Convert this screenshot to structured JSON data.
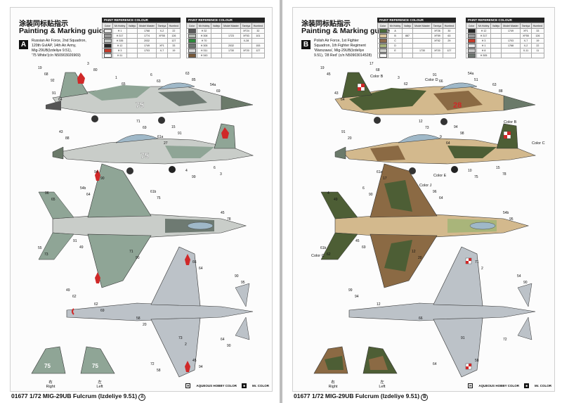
{
  "pages": [
    {
      "id": "A",
      "cn_title": "涂装同标贴指示",
      "en_title": "Painting & Marking guide",
      "scheme_letter": "A",
      "description": [
        "Russian Air Force, 2nd Squadron,",
        "120th GvIAP, 14th Air Army,",
        "Mig-29UB(Izdeliye 9.51),",
        "'75 White'(c/n N50903026969)"
      ],
      "footer_title": "01677 1/72 MIG-29UB Fulcrum (Izdeliye 9.51)",
      "footer_letter": "A",
      "view_labels": [
        "Right",
        "Left"
      ],
      "view_labels_cn": [
        "右",
        "左"
      ],
      "table_title": "PAINT REFERENCE COLOUR",
      "table_headers": [
        "Color",
        "Mr.Hobby",
        "Vallejo",
        "Model Master",
        "Tamiya",
        "Humbrol"
      ],
      "paints_left": [
        {
          "color": "#e8e8e8",
          "code": "H 1",
          "hob": "",
          "v": "",
          "mm": "1768",
          "t": "X-2",
          "h": "22"
        },
        {
          "color": "#9a9a9a",
          "code": "H 317",
          "hob": "",
          "v": "",
          "mm": "1774",
          "t": "XF55",
          "h": "126"
        },
        {
          "color": "#c4c8c6",
          "code": "H 335",
          "hob": "",
          "v": "",
          "mm": "2032",
          "t": "",
          "h": "127"
        },
        {
          "color": "#262626",
          "code": "H 12",
          "hob": "",
          "v": "",
          "mm": "1749",
          "t": "XF1",
          "h": "33"
        },
        {
          "color": "#c43a2a",
          "code": "H 3",
          "hob": "",
          "v": "",
          "mm": "1703",
          "t": "X-7",
          "h": "19"
        },
        {
          "color": "#ffffff",
          "code": "H 11",
          "hob": "",
          "v": "",
          "mm": "",
          "t": "",
          "h": ""
        }
      ],
      "paints_right": [
        {
          "color": "#5a5a5a",
          "code": "H 32",
          "hob": "",
          "v": "",
          "mm": "",
          "t": "XF24",
          "h": "32"
        },
        {
          "color": "#b7bcb5",
          "code": "H 308",
          "hob": "",
          "v": "",
          "mm": "1723",
          "t": "XF53",
          "h": "101"
        },
        {
          "color": "#2e8a3c",
          "code": "H 70",
          "hob": "",
          "v": "",
          "mm": "",
          "t": "X-28",
          "h": ""
        },
        {
          "color": "#6e7670",
          "code": "H 305",
          "hob": "",
          "v": "",
          "mm": "2032",
          "t": "",
          "h": "153"
        },
        {
          "color": "#d8d8d8",
          "code": "H 311",
          "hob": "",
          "v": "",
          "mm": "1730",
          "t": "XF20",
          "h": "127"
        },
        {
          "color": "#7a5a3a",
          "code": "H 343",
          "hob": "",
          "v": "",
          "mm": "",
          "t": "",
          "h": ""
        }
      ]
    },
    {
      "id": "B",
      "cn_title": "涂装同标贴指示",
      "en_title": "Painting & Marking guide",
      "scheme_letter": "B",
      "description": [
        "Polish Air Force, 1st Fighter",
        "Squadron, 1th Fighter Regiment",
        "'Warszawa', Mig-29UB(Izdeliye",
        "9.51), '28 Red' (c/n N50903014528)"
      ],
      "footer_title": "01677 1/72 MIG-29UB Fulcrum (Izdeliye 9.51)",
      "footer_letter": "B",
      "view_labels": [
        "Right",
        "Left"
      ],
      "view_labels_cn": [
        "右",
        "左"
      ],
      "table_title": "PAINT REFERENCE COLOUR",
      "table_headers": [
        "Color",
        "Mr.Hobby",
        "Vallejo",
        "Model Master",
        "Tamiya",
        "Humbrol"
      ],
      "paints_left": [
        {
          "color": "#4a6a3a",
          "code": "A",
          "hob": "H 52",
          "v": "",
          "mm": "",
          "t": "XF26",
          "h": "30"
        },
        {
          "color": "#d9c49a",
          "code": "B",
          "hob": "H 44",
          "v": "887",
          "mm": "",
          "t": "XF59",
          "h": "63"
        },
        {
          "color": "#8c6a4a",
          "code": "C",
          "hob": "H 37",
          "v": "",
          "mm": "",
          "t": "XF52",
          "h": "29"
        },
        {
          "color": "#a7b37a",
          "code": "D",
          "hob": "H 304",
          "v": "",
          "mm": "",
          "t": "",
          "h": ""
        },
        {
          "color": "#cfd0cc",
          "code": "E",
          "hob": "H 311",
          "v": "",
          "mm": "1730",
          "t": "XF20",
          "h": "127"
        },
        {
          "color": "#ffffff",
          "code": "",
          "hob": "",
          "v": "",
          "mm": "",
          "t": "",
          "h": ""
        }
      ],
      "paints_right": [
        {
          "color": "#262626",
          "code": "",
          "hob": "H 12",
          "v": "",
          "mm": "1749",
          "t": "XF1",
          "h": "33"
        },
        {
          "color": "#9a9a9a",
          "code": "",
          "hob": "H 317",
          "v": "",
          "mm": "",
          "t": "XF55",
          "h": "126"
        },
        {
          "color": "#c43a2a",
          "code": "",
          "hob": "H 3",
          "v": "",
          "mm": "1703",
          "t": "X-7",
          "h": "19"
        },
        {
          "color": "#e8e8e8",
          "code": "",
          "hob": "H 1",
          "v": "",
          "mm": "1768",
          "t": "X-2",
          "h": "22"
        },
        {
          "color": "#c8c8c8",
          "code": "",
          "hob": "H 8",
          "v": "",
          "mm": "",
          "t": "X-11",
          "h": "11"
        },
        {
          "color": "#6e7670",
          "code": "",
          "hob": "H 305",
          "v": "",
          "mm": "",
          "t": "",
          "h": ""
        }
      ],
      "color_callouts": [
        "Color A",
        "Color B",
        "Color C",
        "Color D",
        "Color E",
        "Color J"
      ]
    }
  ],
  "legend": {
    "water_key": "H",
    "water_label": "AQUEOUS HOBBY COLOR",
    "lacquer_key": "■",
    "lacquer_label": "Mr. COLOR"
  },
  "side_number_A": "75",
  "side_number_B": "28",
  "callout_numbers_A": [
    "19",
    "3",
    "1",
    "6",
    "63",
    "54a",
    "91",
    "71",
    "15",
    "43",
    "94",
    "61a",
    "4",
    "6",
    "96",
    "54b",
    "61b",
    "45",
    "55",
    "91",
    "71",
    "66",
    "90",
    "49",
    "62",
    "58",
    "73",
    "64",
    "72",
    "45",
    "68",
    "80",
    "65",
    "63",
    "85",
    "69",
    "64",
    "69",
    "91",
    "88",
    "90",
    "27",
    "99",
    "3",
    "65",
    "64",
    "75",
    "78",
    "73",
    "49",
    "90",
    "64",
    "95",
    "62",
    "69",
    "20",
    "2",
    "90",
    "58",
    "94",
    "92"
  ],
  "callout_numbers_B": [
    "19",
    "17",
    "3",
    "91",
    "54a",
    "63",
    "43",
    "12",
    "94",
    "91",
    "61a",
    "9",
    "10",
    "15",
    "4",
    "6",
    "96",
    "54b",
    "61b",
    "45",
    "12",
    "71",
    "54",
    "99",
    "12",
    "66",
    "91",
    "72",
    "64",
    "58",
    "45",
    "68",
    "62",
    "66",
    "51",
    "88",
    "64",
    "73",
    "98",
    "20",
    "17",
    "64",
    "75",
    "78",
    "49",
    "90",
    "64",
    "95",
    "62",
    "69",
    "20",
    "2",
    "90",
    "94"
  ],
  "colors": {
    "ru_light_grey": "#c9cdc9",
    "ru_green_grey": "#8fa596",
    "ru_dark_grey": "#6e7a72",
    "ru_star_red": "#d02828",
    "pl_dark_green": "#4d5e35",
    "pl_sand": "#d3b98d",
    "pl_brown": "#8b6a44",
    "pl_light_green": "#a9b57a",
    "underside_grey": "#bcc2c8",
    "radome": "#6b7a6a"
  }
}
